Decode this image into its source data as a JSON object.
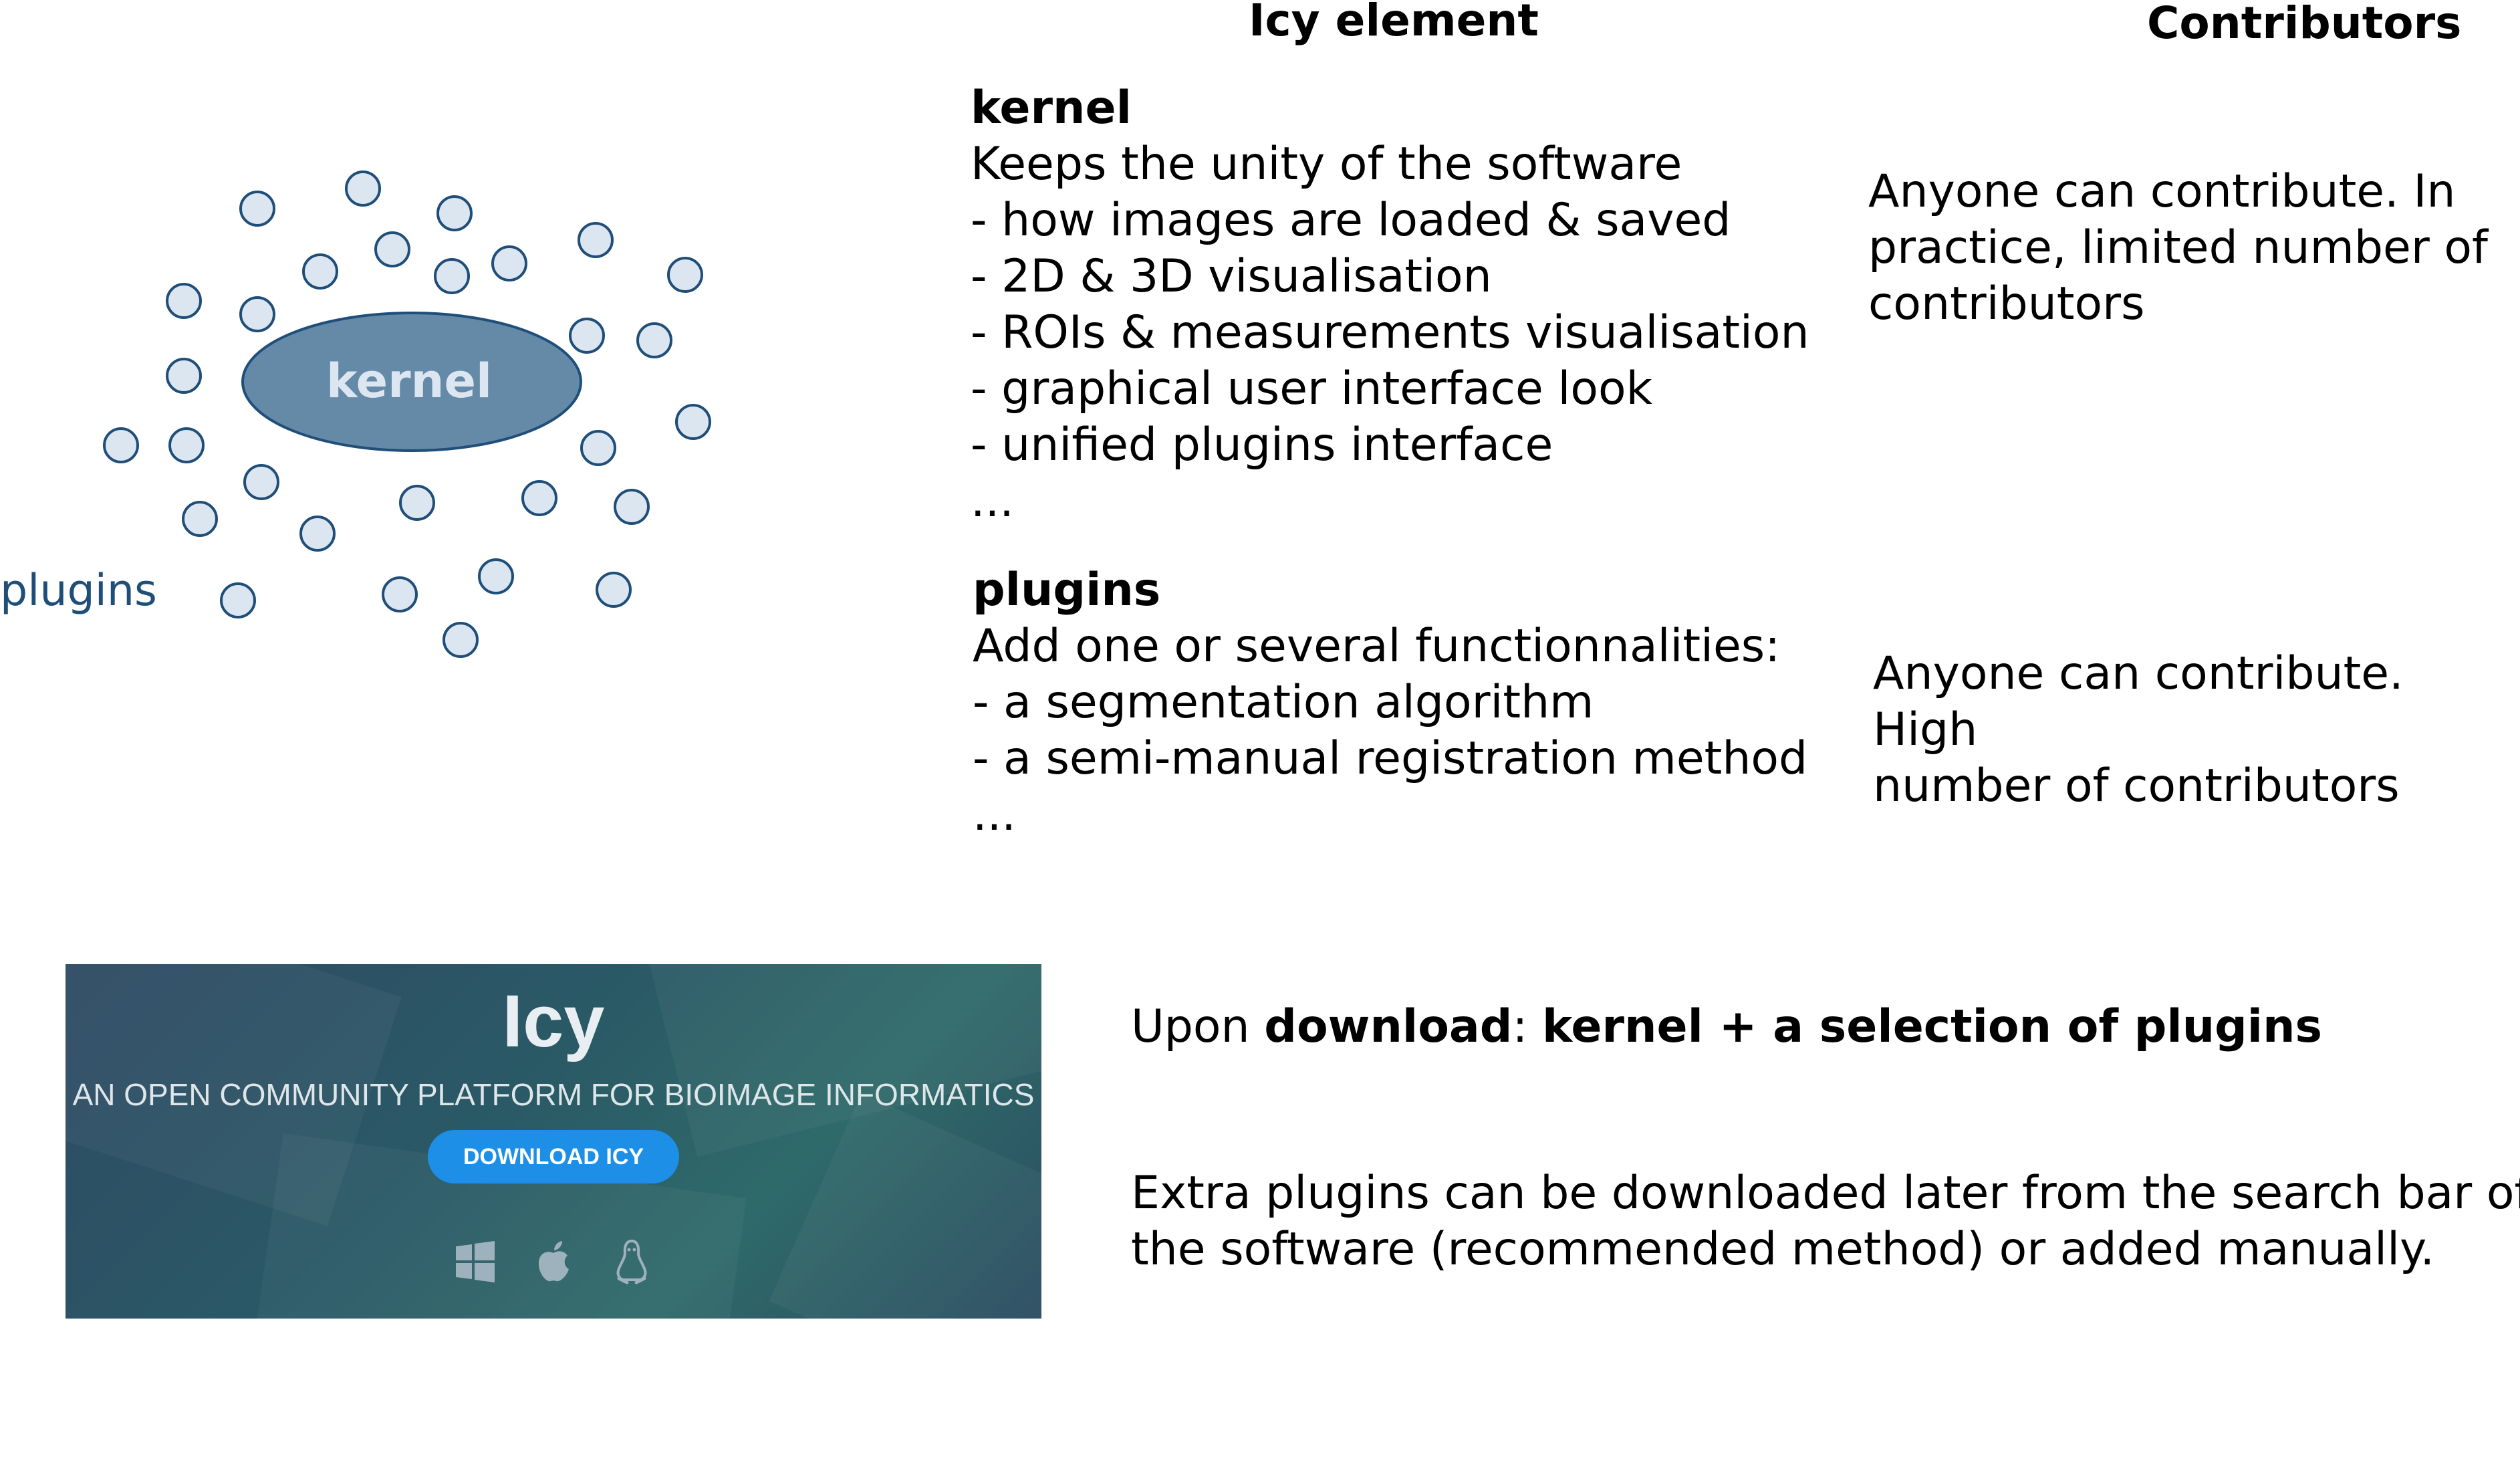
{
  "diagram": {
    "kernel_label": "kernel",
    "plugins_label": "plugins",
    "colors": {
      "kernel_fill": "#648aa8",
      "plugin_fill": "#dce6f1",
      "stroke": "#1f4e79"
    }
  },
  "headers": {
    "element": "Icy element",
    "contributors": "Contributors"
  },
  "kernel_block": {
    "title": "kernel",
    "lines": [
      "Keeps the unity of the software",
      "- how images are loaded & saved",
      "- 2D & 3D visualisation",
      "- ROIs & measurements visualisation",
      "- graphical user interface look",
      "- unified plugins interface",
      "..."
    ],
    "contributors": [
      "Anyone can contribute. In",
      "practice, limited number of",
      "contributors"
    ]
  },
  "plugins_block": {
    "title": "plugins",
    "lines": [
      "Add one or several functionnalities:",
      "- a segmentation algorithm",
      "- a semi-manual registration method",
      "..."
    ],
    "contributors": [
      "Anyone can contribute. High",
      "number of contributors"
    ]
  },
  "banner": {
    "title": "Icy",
    "subtitle": "AN OPEN COMMUNITY PLATFORM FOR BIOIMAGE INFORMATICS",
    "download_button": "DOWNLOAD ICY",
    "icons": [
      "windows-icon",
      "apple-icon",
      "linux-icon"
    ]
  },
  "download_note": {
    "prefix": "Upon ",
    "bold_word": "download",
    "separator": ": ",
    "bold_rest": "kernel + a selection of plugins"
  },
  "extra_note": {
    "lines": [
      "Extra plugins can be downloaded later from the search bar of",
      "the software (recommended method) or added manually."
    ]
  }
}
